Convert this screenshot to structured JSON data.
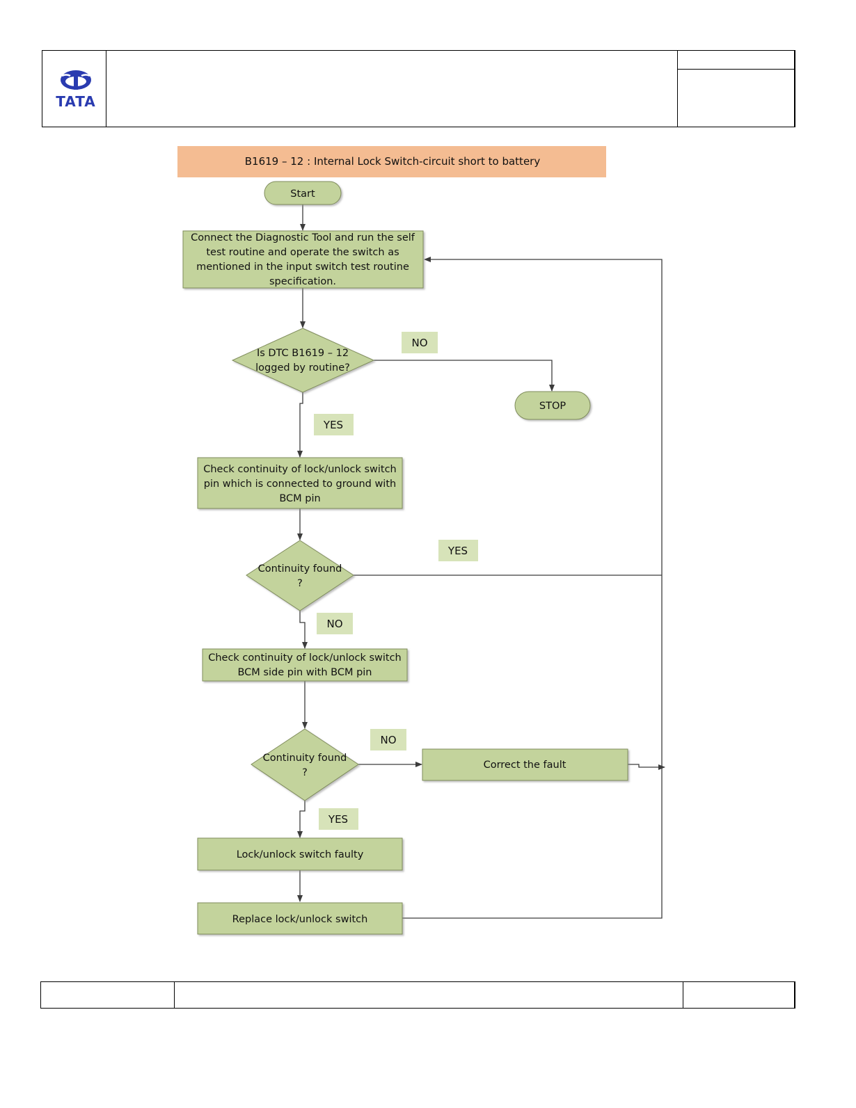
{
  "logo": {
    "wordmark": "TATA"
  },
  "colors": {
    "box_fill": "#c3d39c",
    "box_stroke": "#7f8c5b",
    "title_fill": "#f4bc92",
    "label_fill": "#d7e3b9",
    "line": "#3c3c3c"
  },
  "flowchart": {
    "title": "B1619 – 12 : Internal Lock Switch-circuit short to battery",
    "start": "Start",
    "stop": "STOP",
    "step1": [
      "Connect the Diagnostic Tool and run the self",
      "test routine  and operate the switch as",
      "mentioned in the input switch test routine",
      "specification."
    ],
    "decision1": [
      "Is DTC B1619 – 12",
      "logged by routine?"
    ],
    "step2": [
      "Check continuity of lock/unlock switch",
      "pin which is connected to ground with",
      "BCM pin"
    ],
    "decision2": [
      "Continuity found",
      "?"
    ],
    "step3": [
      "Check continuity of lock/unlock switch",
      "BCM side pin with BCM pin"
    ],
    "decision3": [
      "Continuity found",
      "?"
    ],
    "correct_fault": "Correct the fault",
    "switch_faulty": "Lock/unlock switch faulty",
    "replace_switch": "Replace lock/unlock switch",
    "labels": {
      "d1_no": "NO",
      "d1_yes": "YES",
      "d2_yes": "YES",
      "d2_no": "NO",
      "d3_no": "NO",
      "d3_yes": "YES"
    }
  }
}
